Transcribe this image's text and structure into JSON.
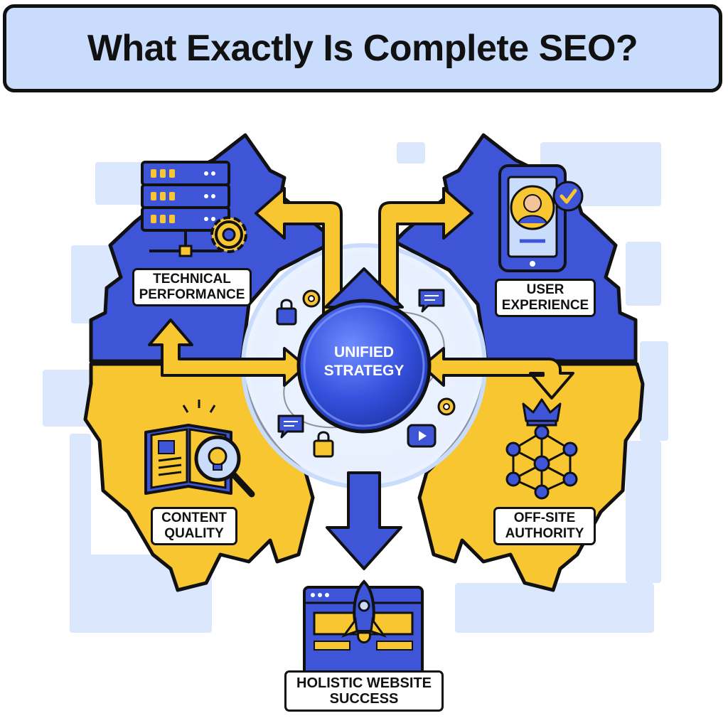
{
  "title": "What Exactly Is Complete SEO?",
  "center": {
    "line1": "UNIFIED",
    "line2": "STRATEGY"
  },
  "quadrants": {
    "technical": {
      "line1": "TECHNICAL",
      "line2": "PERFORMANCE"
    },
    "user_experience": {
      "line1": "USER",
      "line2": "EXPERIENCE"
    },
    "content": {
      "line1": "CONTENT",
      "line2": "QUALITY"
    },
    "offsite": {
      "line1": "OFF-SITE",
      "line2": "AUTHORITY"
    }
  },
  "result": {
    "line1": "HOLISTIC WEBSITE",
    "line2": "SUCCESS"
  },
  "colors": {
    "blue": "#3d55d6",
    "yellow": "#f7c631",
    "light_blue": "#c9dcfb",
    "outline": "#111111"
  },
  "icons": [
    "server-icon",
    "gear-icon",
    "smartphone-icon",
    "user-avatar-icon",
    "checkmark-badge-icon",
    "open-book-icon",
    "lightbulb-icon",
    "magnifier-icon",
    "crown-icon",
    "network-icon",
    "lock-icon",
    "chat-bubble-icon",
    "play-button-icon",
    "rocket-icon",
    "browser-window-icon"
  ]
}
